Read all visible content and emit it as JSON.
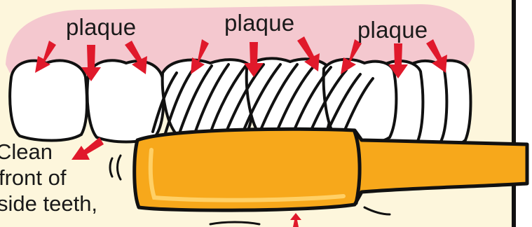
{
  "labels": {
    "plaque_left": "plaque",
    "plaque_middle": "plaque",
    "plaque_right": "plaque"
  },
  "caption": {
    "line1": "Clean",
    "line2": "front of",
    "line3": "side teeth,"
  },
  "colors": {
    "background_panel": "#fdf6dc",
    "gum": "#f4c8cf",
    "tooth": "#ffffff",
    "outline": "#111111",
    "arrow": "#e0192b",
    "brush_handle": "#f7a81b",
    "brush_handle_highlight": "#ffd066"
  },
  "icons": {
    "arrow": "red-arrow-icon",
    "motion_marks": "motion-lines-icon"
  }
}
